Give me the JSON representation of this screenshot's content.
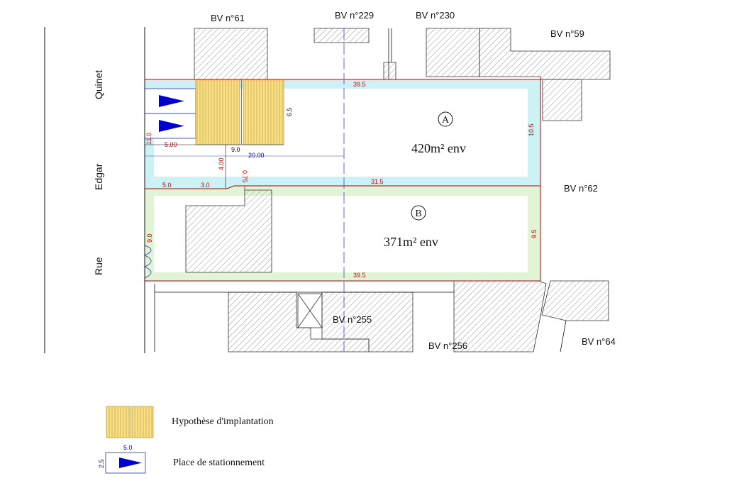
{
  "parcels": {
    "bv61": "BV n°61",
    "bv229": "BV n°229",
    "bv230": "BV n°230",
    "bv59": "BV n°59",
    "bv62": "BV n°62",
    "bv255": "BV n°255",
    "bv256": "BV n°256",
    "bv64": "BV n°64"
  },
  "street": {
    "word1": "Quinet",
    "word2": "Edgar",
    "word3": "Rue"
  },
  "lot_a": {
    "letter": "A",
    "area": "420m² env"
  },
  "lot_b": {
    "letter": "B",
    "area": "371m² env"
  },
  "dimensions": {
    "top_length": "39.5",
    "a_height": "10.5",
    "a_left": "11.0",
    "bldg_depth": "6.5",
    "park_width": "5.00",
    "gap": "9.0",
    "setback": "20.00",
    "drive_width": "4.00",
    "offset": "0.75",
    "mid_left": "5.0",
    "mid_step": "3.0",
    "mid_length": "31.5",
    "b_left": "9.0",
    "b_right": "9.5",
    "bottom_length": "39.5"
  },
  "legend": {
    "implantation": "Hypothèse d'implantation",
    "parking": "Place de stationnement",
    "parking_width": "5.0",
    "parking_depth": "2.5"
  },
  "colors": {
    "lot_a_border": "#ccf2f6",
    "lot_b_border": "#e2f4d6",
    "boundary": "#c00000",
    "hatch": "#555555",
    "implantation": "#f3d675",
    "parking_arrow": "#0000cc"
  }
}
